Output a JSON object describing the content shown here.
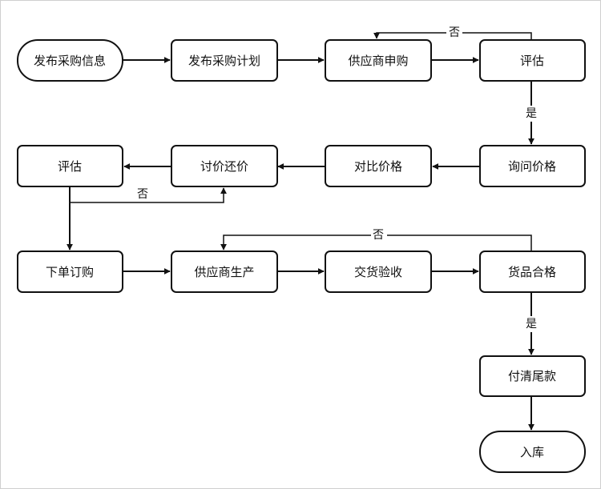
{
  "nodes": {
    "start": "发布采购信息",
    "plan": "发布采购计划",
    "apply": "供应商申购",
    "eval1": "评估",
    "inquiry": "询问价格",
    "compare": "对比价格",
    "negotiate": "讨价还价",
    "eval2": "评估",
    "order": "下单订购",
    "produce": "供应商生产",
    "delivery": "交货验收",
    "qualified": "货品合格",
    "pay": "付清尾款",
    "end": "入库"
  },
  "edges": {
    "eval1_no": "否",
    "eval1_yes": "是",
    "eval2_no": "否",
    "qualified_no": "否",
    "qualified_yes": "是"
  },
  "colors": {
    "stroke": "#111111",
    "background": "#ffffff",
    "frame": "#cfcfcf"
  }
}
